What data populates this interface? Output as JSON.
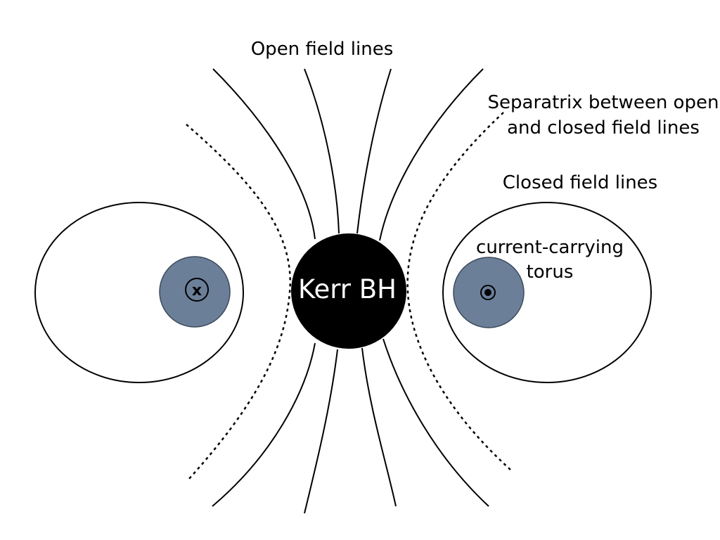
{
  "labels": {
    "open_field_lines": "Open field lines",
    "separatrix_line1": "Separatrix between open",
    "separatrix_line2": "and closed field lines",
    "closed_field_lines": "Closed field lines",
    "torus_line1": "current-carrying",
    "torus_line2": "torus",
    "black_hole": "Kerr BH"
  },
  "symbols": {
    "current_into_page": "x"
  },
  "colors": {
    "black_hole": "#000000",
    "torus_fill": "#6b7f99",
    "torus_stroke": "#3c4a5a",
    "lines": "#000000"
  }
}
